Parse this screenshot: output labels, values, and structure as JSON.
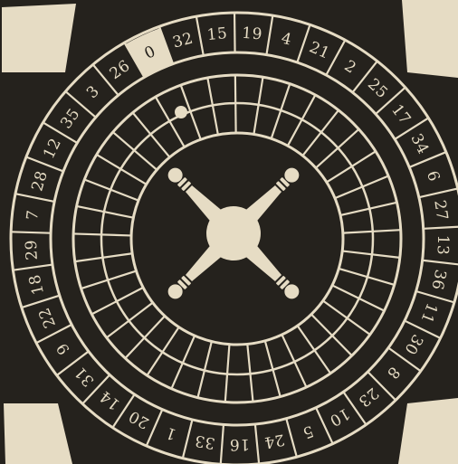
{
  "colors": {
    "background": "#25221d",
    "ink": "#e6dcc4"
  },
  "wheel": {
    "numbers": [
      "0",
      "32",
      "15",
      "19",
      "4",
      "21",
      "2",
      "25",
      "17",
      "34",
      "6",
      "27",
      "13",
      "36",
      "11",
      "30",
      "8",
      "23",
      "10",
      "5",
      "24",
      "16",
      "33",
      "1",
      "20",
      "14",
      "31",
      "9",
      "22",
      "18",
      "29",
      "7",
      "28",
      "12",
      "35",
      "3",
      "26"
    ],
    "highlighted_number": "0",
    "ball_icon": "ball-icon",
    "turret_icon": "cross-turret-icon"
  }
}
